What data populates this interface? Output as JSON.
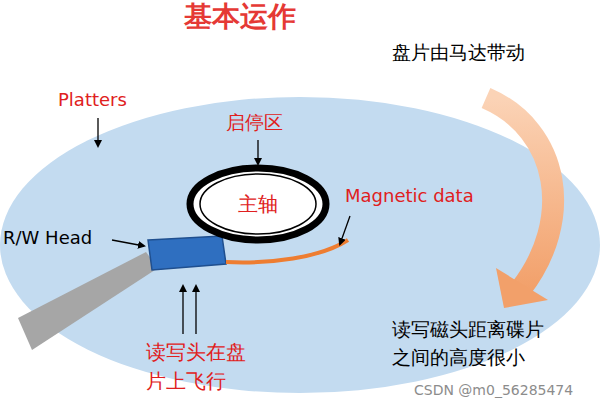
{
  "diagram": {
    "title": "基本运作",
    "nodes": [
      {
        "text": [
          "主轴"
        ]
      }
    ],
    "edges": [],
    "labels": [
      "Platters",
      "启停区",
      "Magnetic data",
      "R/W Head",
      "读写头在盘 片上飞行",
      "盘片由马达带动",
      "读写磁头距离碟片 之间的高度很小",
      "CSDN @m0_56285474"
    ]
  }
}
